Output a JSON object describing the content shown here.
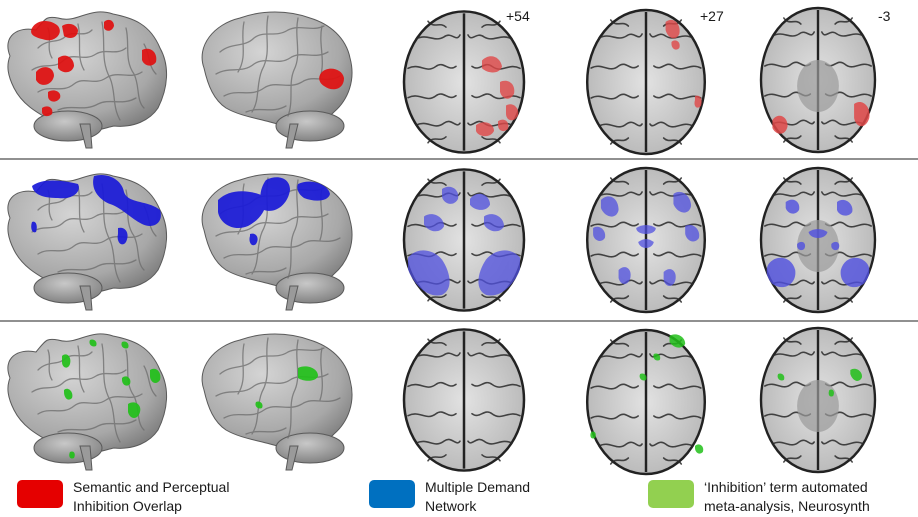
{
  "slice_labels": [
    "+54",
    "+27",
    "-3"
  ],
  "legend": [
    {
      "line1": "Semantic and Perceptual",
      "line2": "Inhibition Overlap",
      "color": "#e50000"
    },
    {
      "line1": "Multiple Demand",
      "line2": "Network",
      "color": "#0070c0"
    },
    {
      "line1": "‘Inhibition’ term automated",
      "line2": "meta-analysis, Neurosynth",
      "color": "#92d050"
    }
  ],
  "row_colors": {
    "semantic": "#e01010",
    "multiple_demand": "#1a1ad8",
    "neurosynth": "#22c01a"
  }
}
